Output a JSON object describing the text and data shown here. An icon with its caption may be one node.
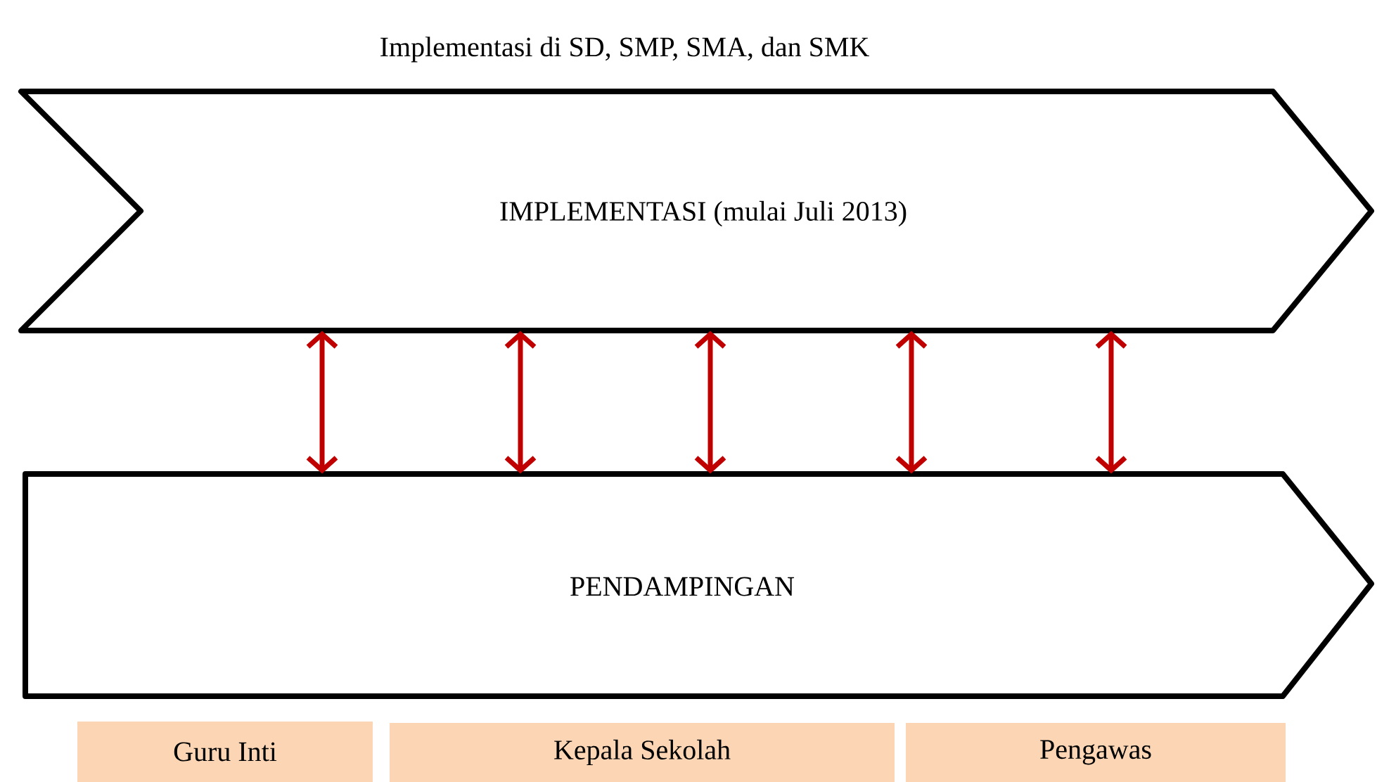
{
  "diagram": {
    "title": "Implementasi di SD, SMP, SMA, dan SMK",
    "nodes": [
      {
        "text": [
          "IMPLEMENTASI (mulai Juli 2013)"
        ]
      },
      {
        "text": [
          "PENDAMPINGAN"
        ]
      },
      {
        "text": [
          "Guru Inti"
        ]
      },
      {
        "text": [
          "Kepala Sekolah"
        ]
      },
      {
        "text": [
          "Pengawas"
        ]
      }
    ],
    "edges": [
      {
        "from": 0,
        "to": 1,
        "arrow": "both",
        "color": "#c00000"
      },
      {
        "from": 0,
        "to": 1,
        "arrow": "both",
        "color": "#c00000"
      },
      {
        "from": 0,
        "to": 1,
        "arrow": "both",
        "color": "#c00000"
      },
      {
        "from": 0,
        "to": 1,
        "arrow": "both",
        "color": "#c00000"
      },
      {
        "from": 0,
        "to": 1,
        "arrow": "both",
        "color": "#c00000"
      }
    ]
  }
}
